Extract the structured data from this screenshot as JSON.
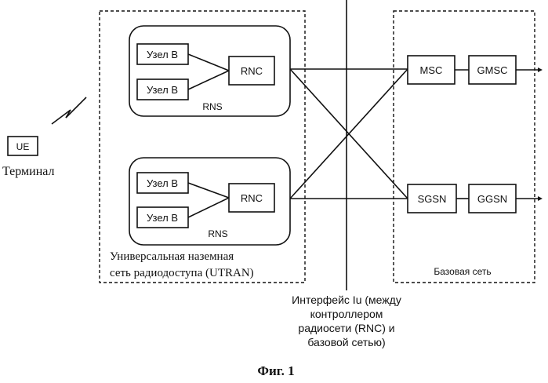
{
  "terminal": {
    "box_label": "UE",
    "caption": "Терминал"
  },
  "rns_top": {
    "node_b_1": "Узел B",
    "node_b_2": "Узел B",
    "rnc": "RNC",
    "rns_label": "RNS"
  },
  "rns_bottom": {
    "node_b_1": "Узел B",
    "node_b_2": "Узел B",
    "rnc": "RNC",
    "rns_label": "RNS"
  },
  "utran": {
    "line1": "Универсальная наземная",
    "line2": "сеть радиодоступа (UTRAN)"
  },
  "core": {
    "msc": "MSC",
    "gmsc": "GMSC",
    "sgsn": "SGSN",
    "ggsn": "GGSN",
    "label": "Базовая сеть"
  },
  "iu_interface": {
    "line1": "Интерфейс Iu (между",
    "line2": "контроллером",
    "line3": "радиосети (RNC) и",
    "line4": "базовой сетью)"
  },
  "figure_caption": "Фиг. 1"
}
